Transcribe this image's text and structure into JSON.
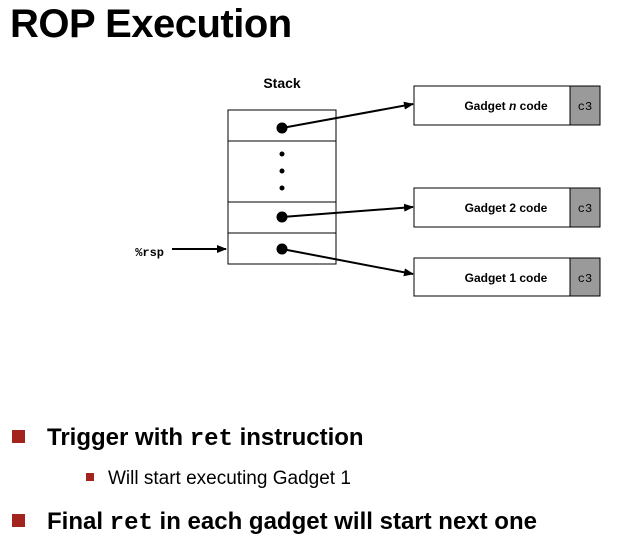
{
  "title": "ROP Execution",
  "diagram": {
    "stack_label": "Stack",
    "rsp_label": "%rsp",
    "gadgets": [
      {
        "pre": "Gadget ",
        "em": "n",
        "post": " code",
        "op": "c3"
      },
      {
        "pre": "Gadget ",
        "em": "",
        "num": "2",
        "post": " code",
        "op": "c3"
      },
      {
        "pre": "Gadget ",
        "em": "",
        "num": "1",
        "post": " code",
        "op": "c3"
      }
    ]
  },
  "bullets": {
    "b1": {
      "pre": "Trigger with ",
      "code": "ret",
      "post": " instruction"
    },
    "b2": {
      "text": "Will start executing Gadget 1"
    },
    "b3": {
      "pre": "Final ",
      "code": "ret",
      "post": " in each gadget will start next one"
    }
  },
  "colors": {
    "bullet": "#a3231e",
    "op_fill": "#9a9a9a"
  }
}
